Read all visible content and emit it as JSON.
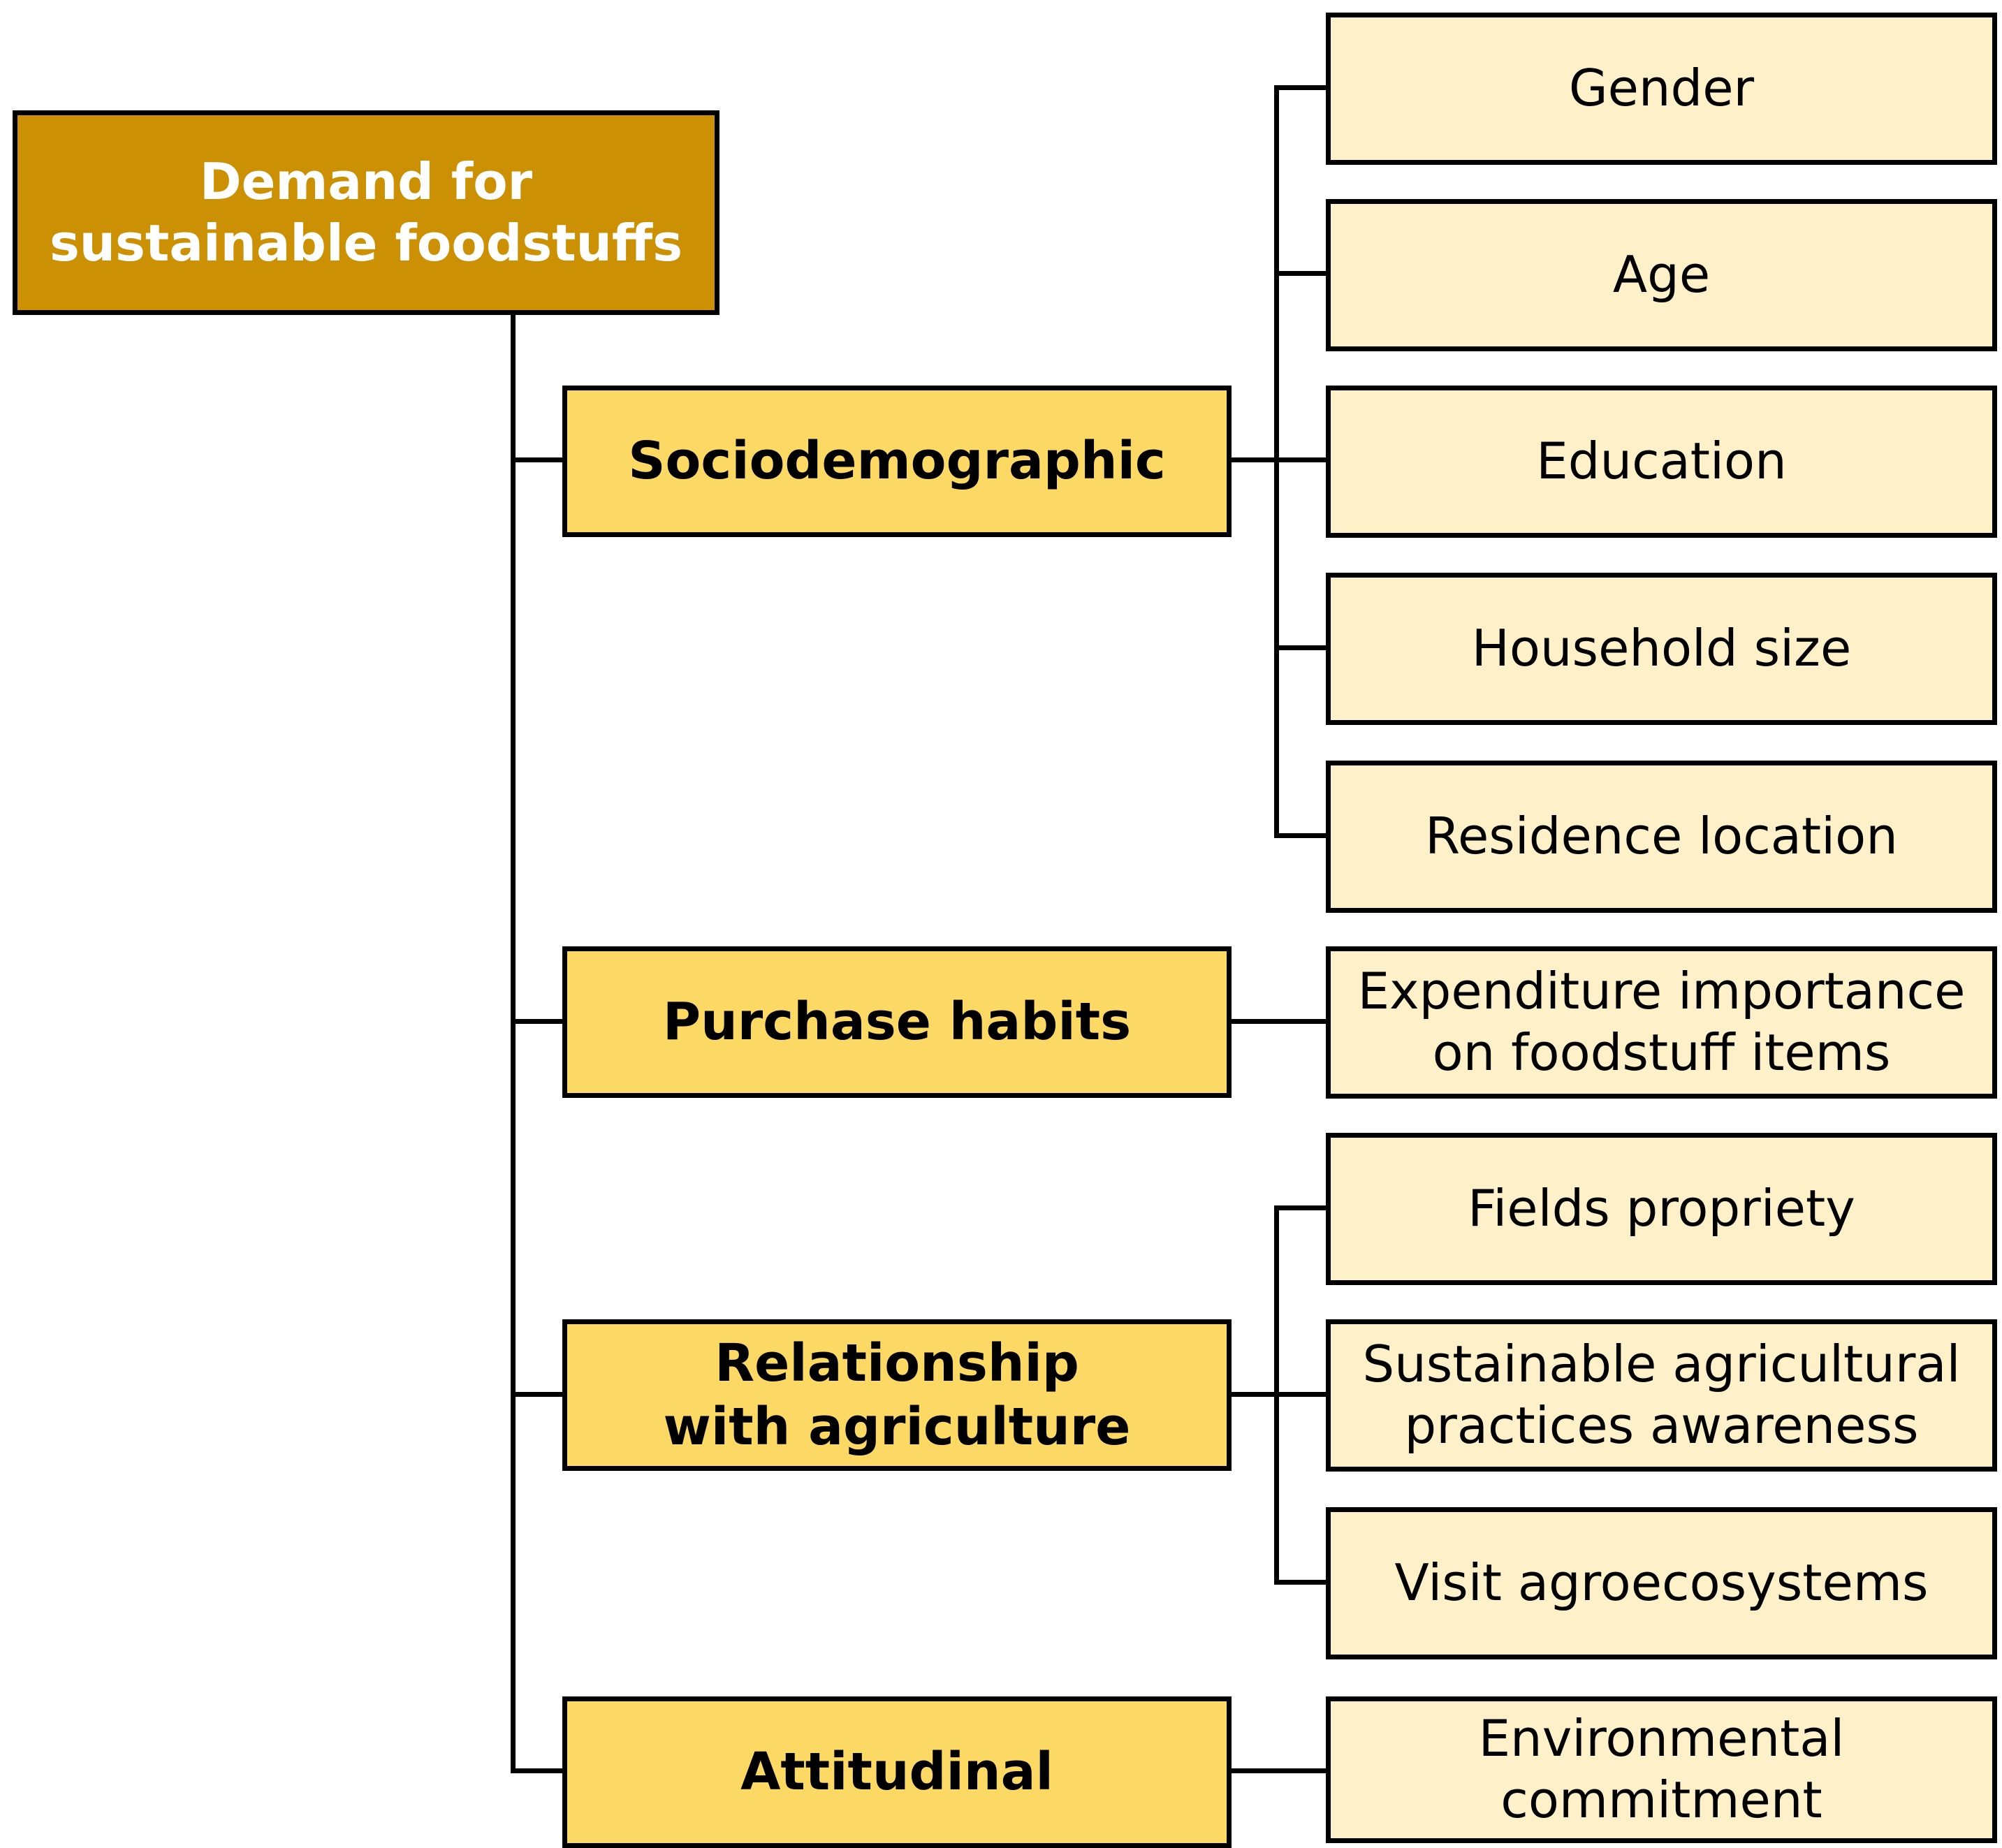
{
  "colors": {
    "root_fill": "#CC9004",
    "root_text": "#FFFFFF",
    "category_fill": "#FCD864",
    "leaf_fill": "#FEF0C8",
    "border": "#000000"
  },
  "root": {
    "label": "Demand for sustainable foodstuffs"
  },
  "categories": [
    {
      "label": "Sociodemographic",
      "items": [
        "Gender",
        "Age",
        "Education",
        "Household size",
        "Residence location"
      ]
    },
    {
      "label": "Purchase habits",
      "items": [
        "Expenditure importance on foodstuff items"
      ]
    },
    {
      "label": "Relationship with agriculture",
      "items": [
        "Fields propriety",
        "Sustainable agricultural practices awareness",
        "Visit agroecosystems"
      ]
    },
    {
      "label": "Attitudinal",
      "items": [
        "Environmental commitment"
      ]
    }
  ]
}
